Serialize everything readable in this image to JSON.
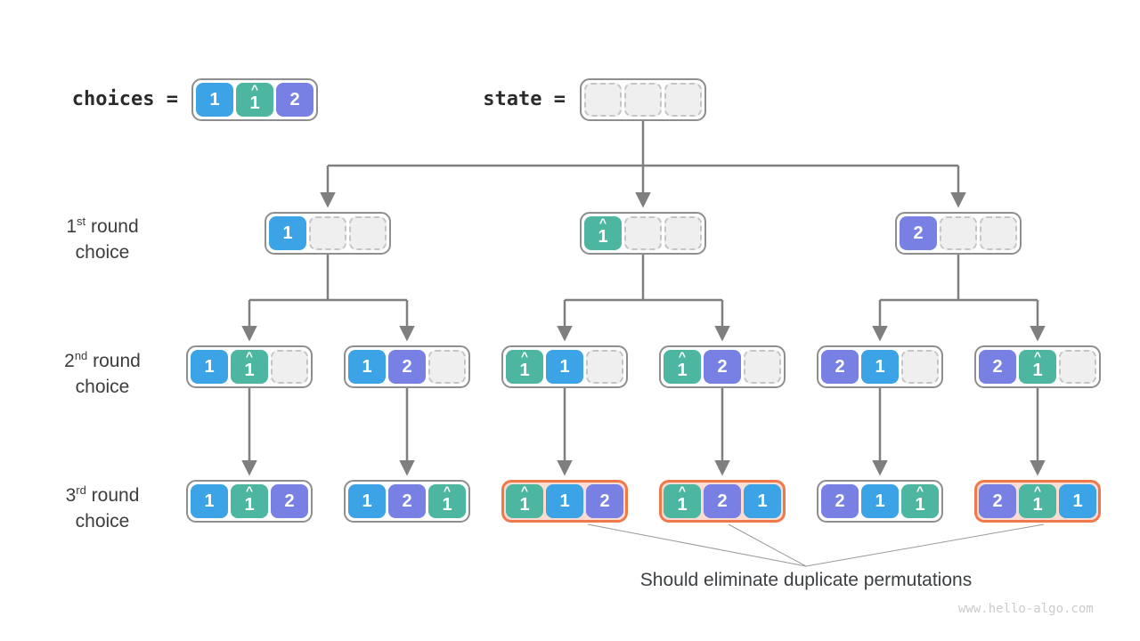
{
  "header": {
    "choices_label": "choices =",
    "state_label": "state =",
    "choices_cells": [
      {
        "v": "1",
        "mark": ""
      },
      {
        "v": "1",
        "mark": "^"
      },
      {
        "v": "2",
        "mark": ""
      }
    ],
    "state_cells": [
      {
        "v": ""
      },
      {
        "v": ""
      },
      {
        "v": ""
      }
    ]
  },
  "row_labels": [
    {
      "num": "1",
      "sup": "st",
      "rest": " round",
      "line2": "choice"
    },
    {
      "num": "2",
      "sup": "nd",
      "rest": " round",
      "line2": "choice"
    },
    {
      "num": "3",
      "sup": "rd",
      "rest": " round",
      "line2": "choice"
    }
  ],
  "tree": {
    "round1": [
      {
        "cells": [
          {
            "v": "1",
            "mark": ""
          },
          {
            "v": ""
          },
          {
            "v": ""
          }
        ]
      },
      {
        "cells": [
          {
            "v": "1",
            "mark": "^"
          },
          {
            "v": ""
          },
          {
            "v": ""
          }
        ]
      },
      {
        "cells": [
          {
            "v": "2",
            "mark": ""
          },
          {
            "v": ""
          },
          {
            "v": ""
          }
        ]
      }
    ],
    "round2": [
      {
        "cells": [
          {
            "v": "1",
            "mark": ""
          },
          {
            "v": "1",
            "mark": "^"
          },
          {
            "v": ""
          }
        ]
      },
      {
        "cells": [
          {
            "v": "1",
            "mark": ""
          },
          {
            "v": "2",
            "mark": ""
          },
          {
            "v": ""
          }
        ]
      },
      {
        "cells": [
          {
            "v": "1",
            "mark": "^"
          },
          {
            "v": "1",
            "mark": ""
          },
          {
            "v": ""
          }
        ]
      },
      {
        "cells": [
          {
            "v": "1",
            "mark": "^"
          },
          {
            "v": "2",
            "mark": ""
          },
          {
            "v": ""
          }
        ]
      },
      {
        "cells": [
          {
            "v": "2",
            "mark": ""
          },
          {
            "v": "1",
            "mark": ""
          },
          {
            "v": ""
          }
        ]
      },
      {
        "cells": [
          {
            "v": "2",
            "mark": ""
          },
          {
            "v": "1",
            "mark": "^"
          },
          {
            "v": ""
          }
        ]
      }
    ],
    "round3": [
      {
        "highlight": false,
        "cells": [
          {
            "v": "1",
            "mark": ""
          },
          {
            "v": "1",
            "mark": "^"
          },
          {
            "v": "2",
            "mark": ""
          }
        ]
      },
      {
        "highlight": false,
        "cells": [
          {
            "v": "1",
            "mark": ""
          },
          {
            "v": "2",
            "mark": ""
          },
          {
            "v": "1",
            "mark": "^"
          }
        ]
      },
      {
        "highlight": true,
        "cells": [
          {
            "v": "1",
            "mark": "^"
          },
          {
            "v": "1",
            "mark": ""
          },
          {
            "v": "2",
            "mark": ""
          }
        ]
      },
      {
        "highlight": true,
        "cells": [
          {
            "v": "1",
            "mark": "^"
          },
          {
            "v": "2",
            "mark": ""
          },
          {
            "v": "1",
            "mark": ""
          }
        ]
      },
      {
        "highlight": false,
        "cells": [
          {
            "v": "2",
            "mark": ""
          },
          {
            "v": "1",
            "mark": ""
          },
          {
            "v": "1",
            "mark": "^"
          }
        ]
      },
      {
        "highlight": true,
        "cells": [
          {
            "v": "2",
            "mark": ""
          },
          {
            "v": "1",
            "mark": "^"
          },
          {
            "v": "1",
            "mark": ""
          }
        ]
      }
    ]
  },
  "annotation": {
    "text": "Should eliminate duplicate permutations"
  },
  "watermark": "www.hello-algo.com",
  "colors": {
    "element_1": "#3ba3e6",
    "element_1_duplicate": "#4db6a1",
    "element_2": "#7881e3",
    "highlight_border": "#f1784a",
    "highlight_fill": "#fbdcd3",
    "connector": "#7f7f7f",
    "node_border": "#8e8e8e"
  }
}
